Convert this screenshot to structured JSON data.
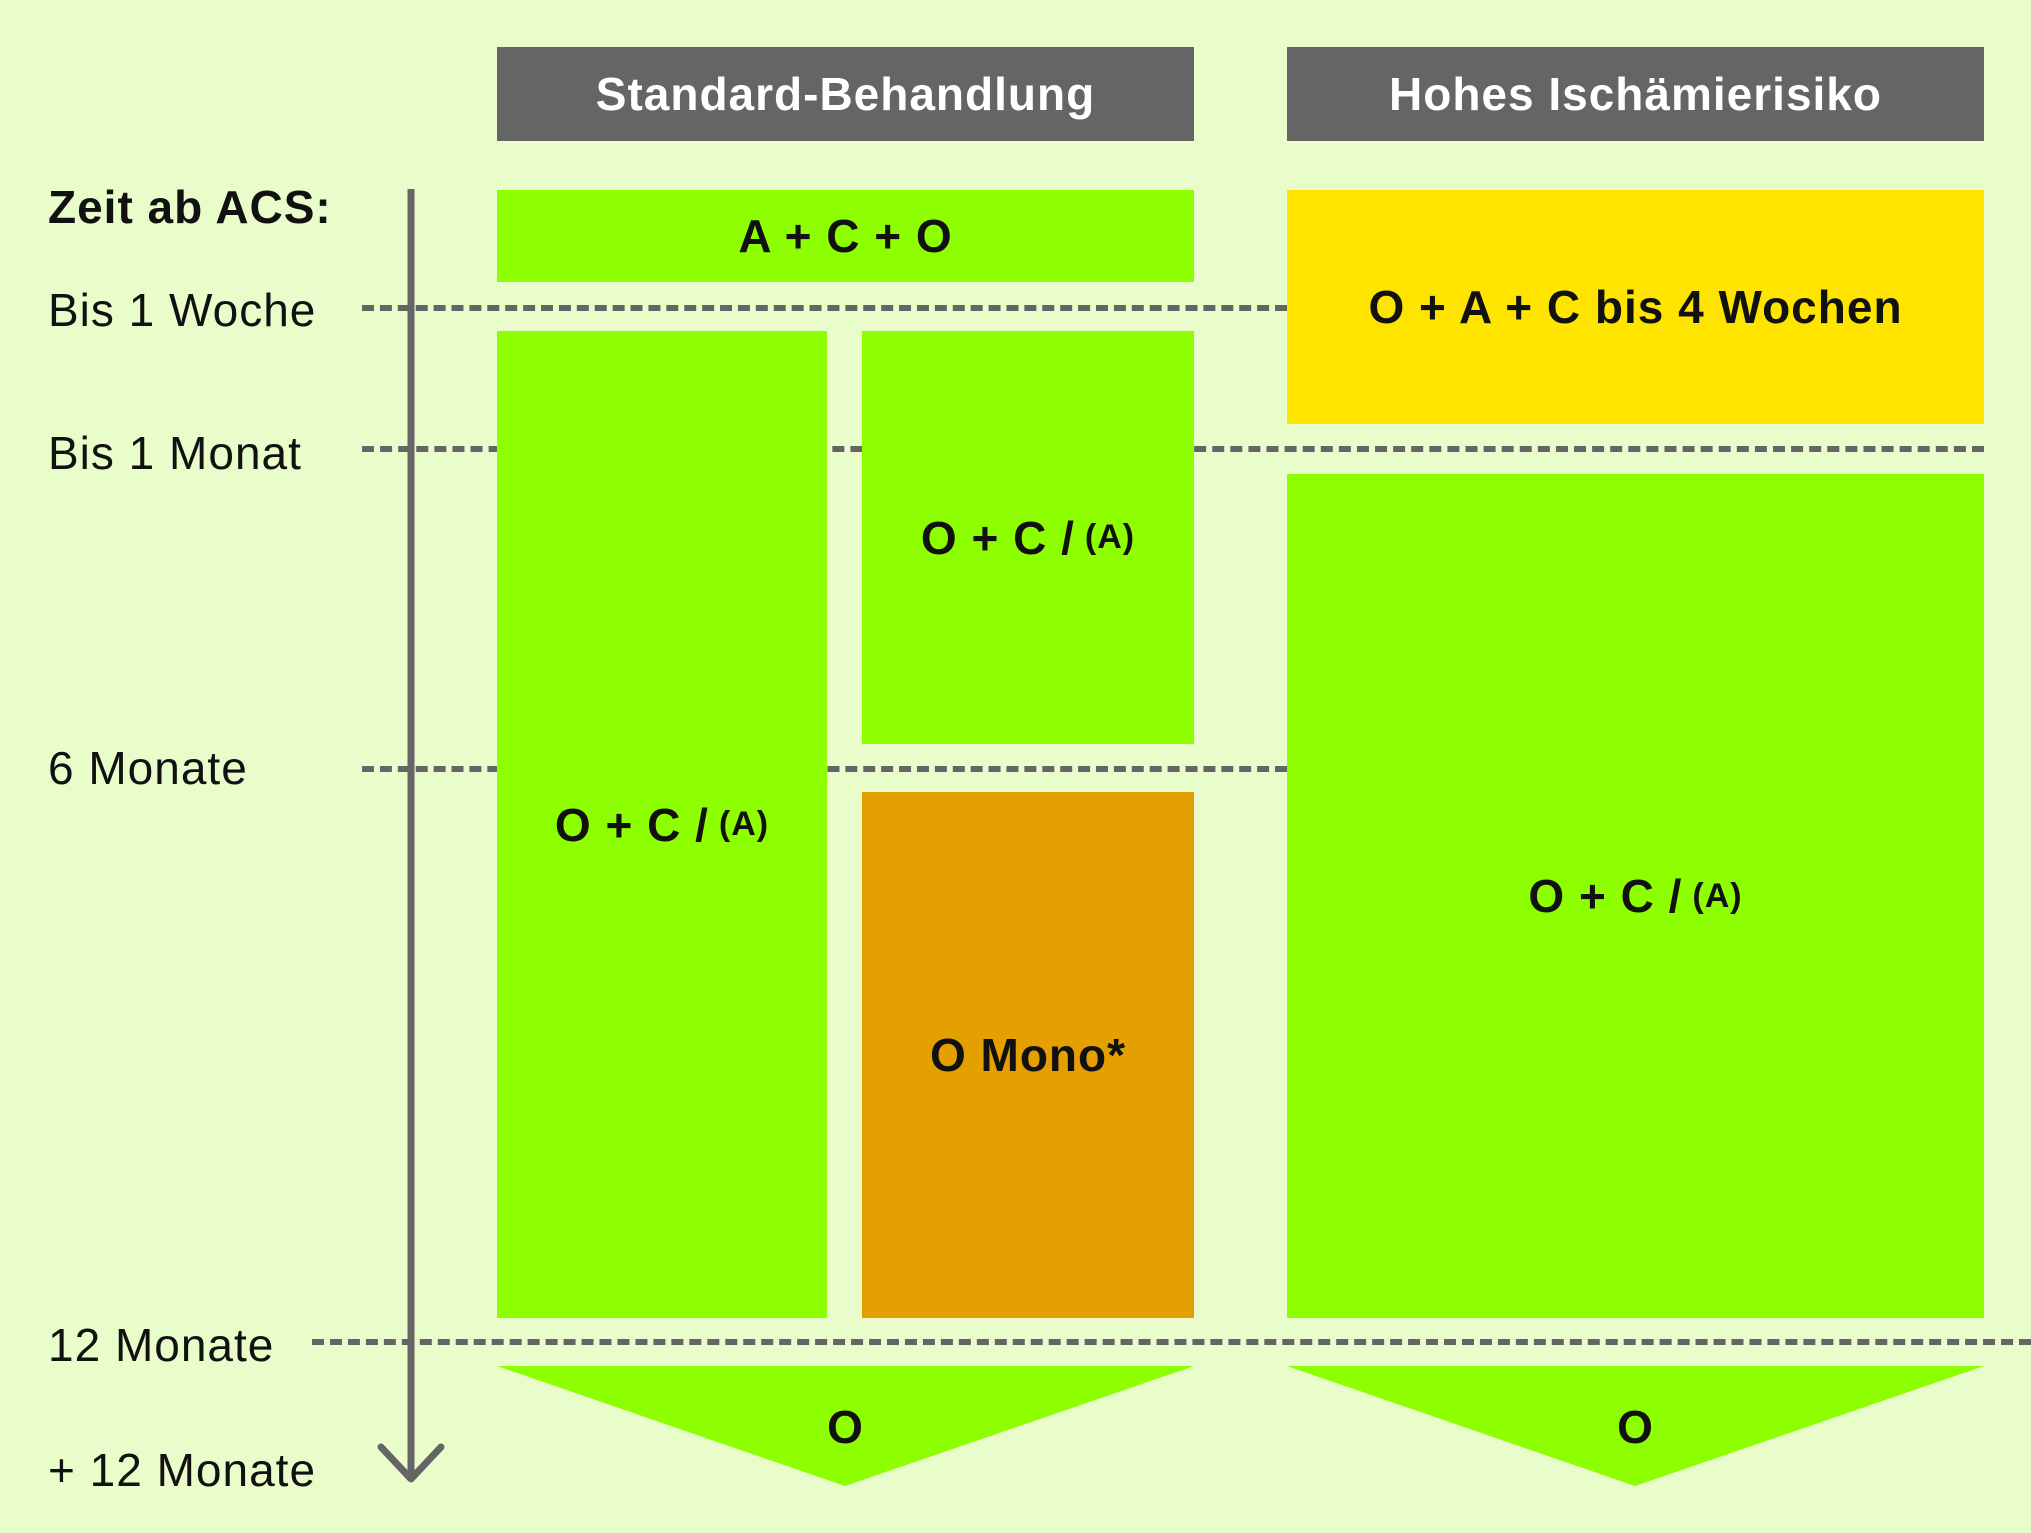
{
  "colors": {
    "background": "#e8fdca",
    "header": "#656565",
    "green": "#8eff00",
    "yellow": "#ffe400",
    "orange": "#e49f00",
    "axis": "#656565"
  },
  "headers": {
    "standard": "Standard-Behandlung",
    "high_risk": "Hohes Ischämierisiko"
  },
  "timeline": {
    "title": "Zeit ab ACS:",
    "labels": {
      "week": "Bis 1 Woche",
      "month": "Bis 1 Monat",
      "six_months": "6 Monate",
      "twelve_months": "12 Monate",
      "beyond": "+ 12 Monate"
    }
  },
  "standard": {
    "acute": "A + C + O",
    "left": {
      "main": "O + C /",
      "small": "(A)"
    },
    "right_upper": {
      "main": "O + C /",
      "small": "(A)"
    },
    "right_lower": "O Mono*",
    "after": "O"
  },
  "high_risk": {
    "acute": "O + A + C bis 4 Wochen",
    "main": {
      "main": "O + C /",
      "small": "(A)"
    },
    "after": "O"
  }
}
